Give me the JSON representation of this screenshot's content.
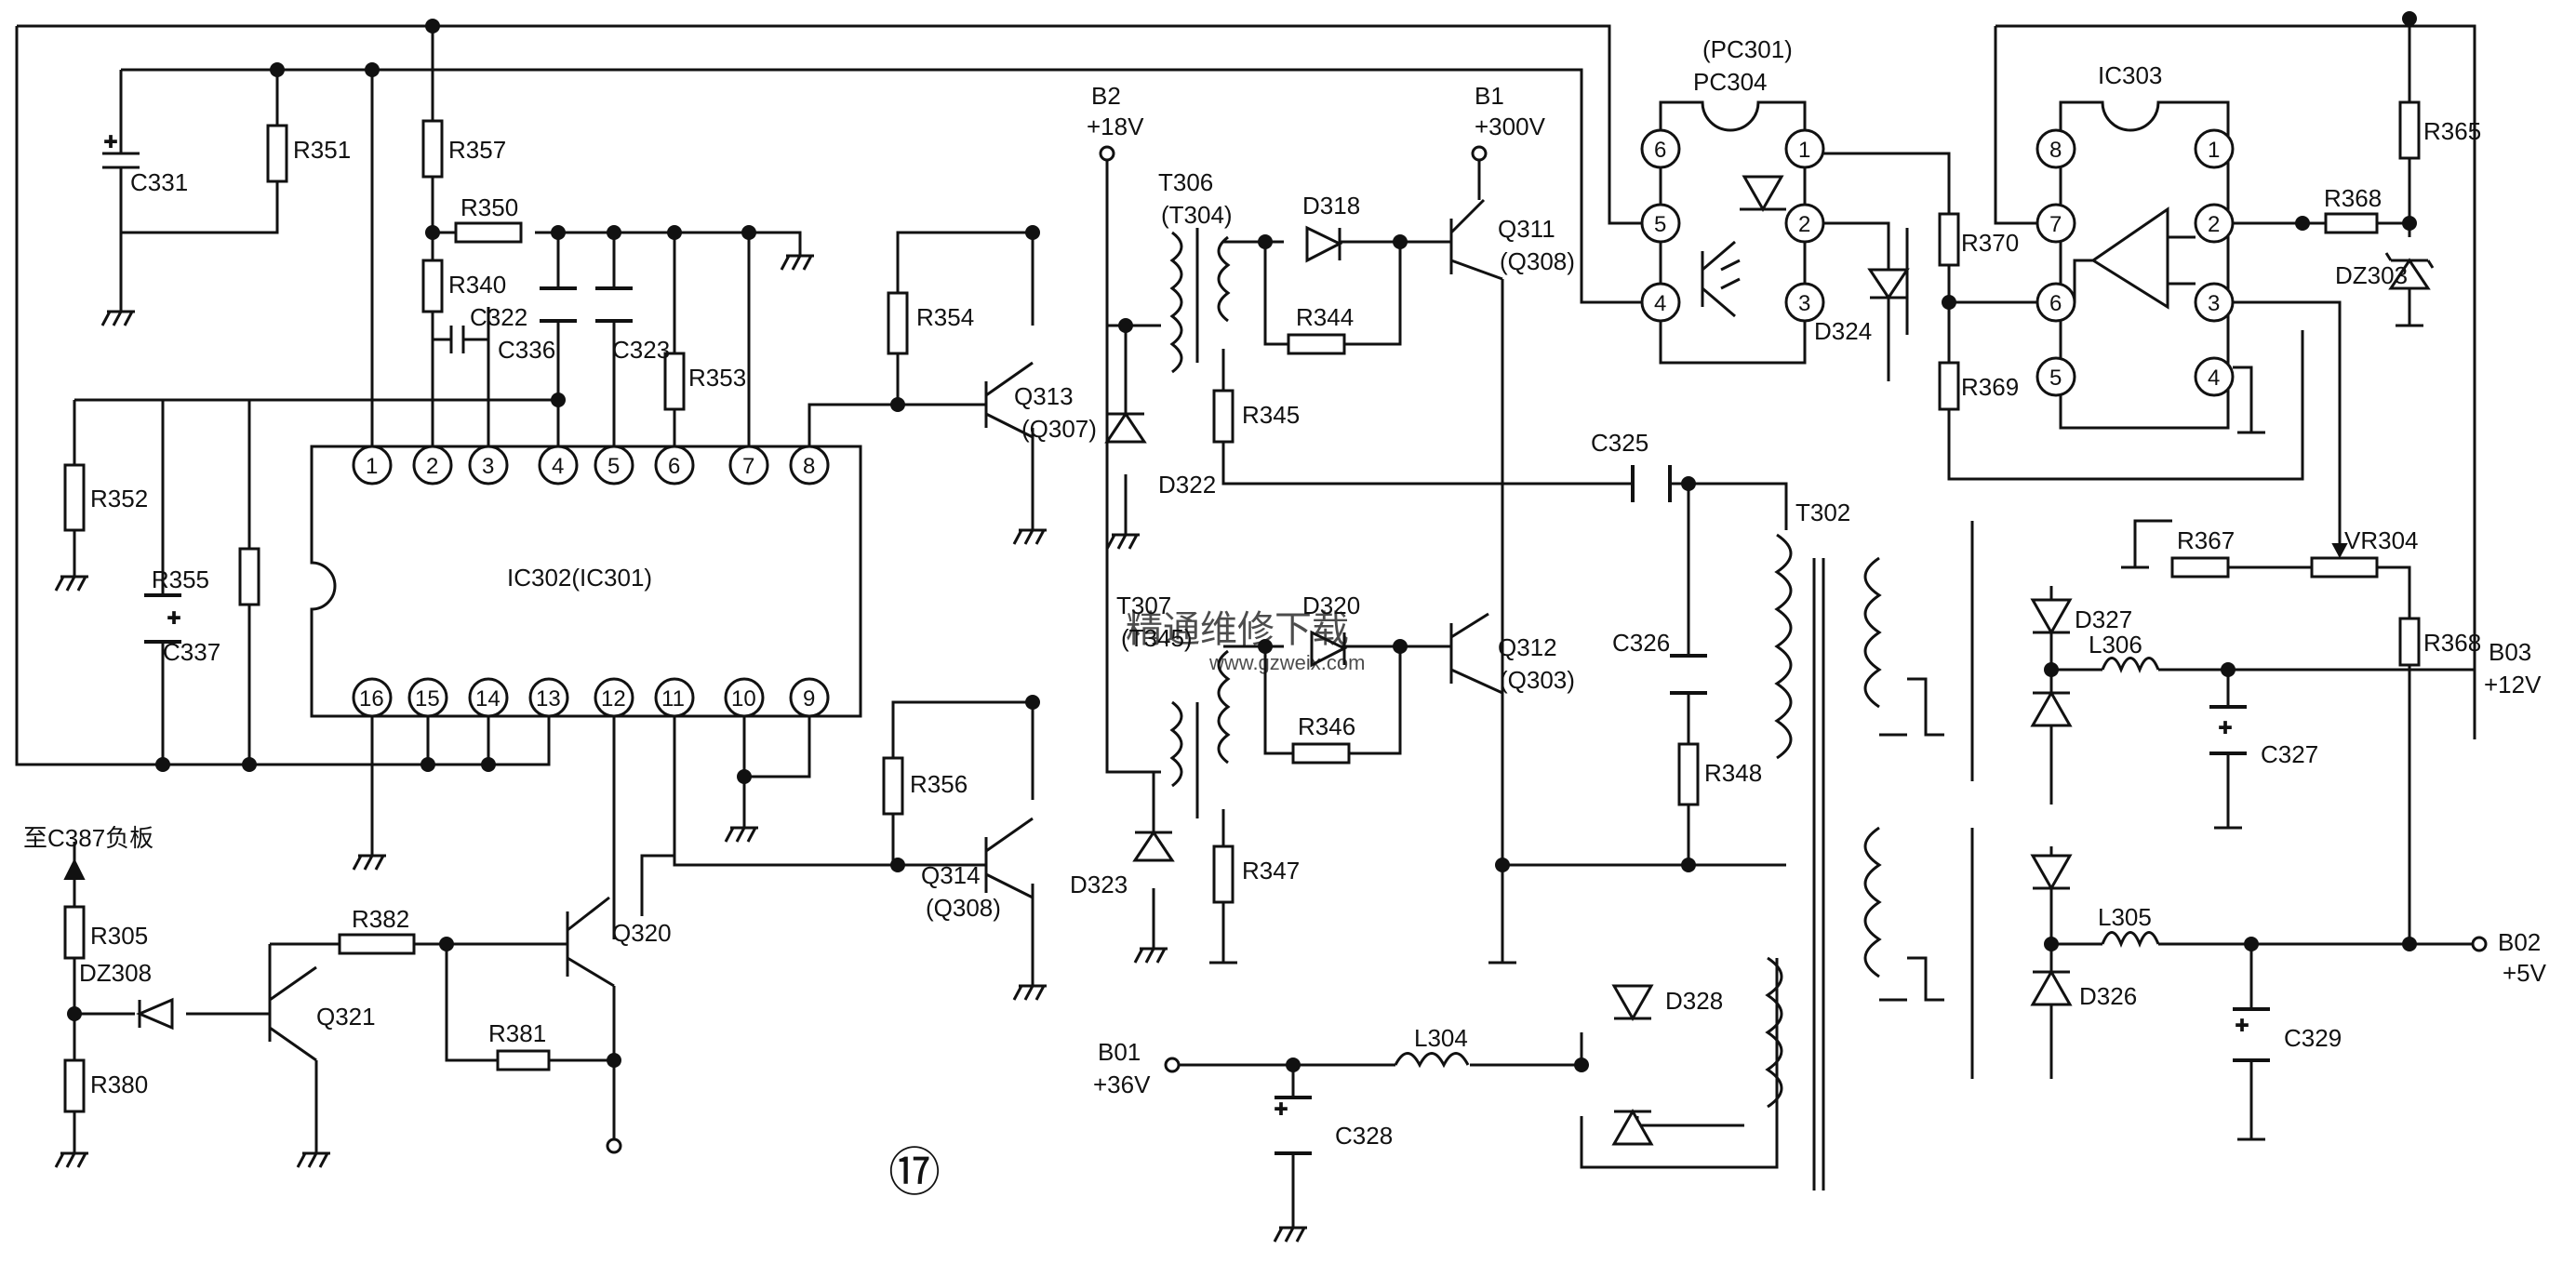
{
  "ics": {
    "ic302": {
      "label": "IC302(IC301)",
      "pins_top": [
        "1",
        "2",
        "3",
        "4",
        "5",
        "6",
        "7",
        "8"
      ],
      "pins_bottom": [
        "16",
        "15",
        "14",
        "13",
        "12",
        "11",
        "10",
        "9"
      ]
    },
    "ic303": {
      "label": "IC303",
      "pins_left": [
        "8",
        "7",
        "6",
        "5"
      ],
      "pins_right": [
        "1",
        "2",
        "3",
        "4"
      ]
    },
    "pc304": {
      "label": "PC304",
      "alt": "(PC301)",
      "pins_left": [
        "6",
        "5",
        "4"
      ],
      "pins_right": [
        "1",
        "2",
        "3"
      ]
    }
  },
  "resistors": [
    "R351",
    "R357",
    "R350",
    "R340",
    "R353",
    "R352",
    "R355",
    "R354",
    "R345",
    "R344",
    "R356",
    "R347",
    "R346",
    "R348",
    "R370",
    "R369",
    "R368",
    "R365",
    "R367",
    "R368",
    "R305",
    "R380",
    "R382",
    "R381"
  ],
  "capacitors": [
    "C331",
    "C322",
    "C336",
    "C323",
    "C337",
    "C325",
    "C326",
    "C327",
    "C328",
    "C329"
  ],
  "diodes": [
    "D318",
    "D322",
    "D320",
    "D323",
    "D324",
    "DZ303",
    "D327",
    "D326",
    "D328",
    "DZ308"
  ],
  "transistors": [
    {
      "id": "Q313",
      "alt": "(Q307)"
    },
    {
      "id": "Q314",
      "alt": "(Q308)"
    },
    {
      "id": "Q311",
      "alt": "(Q308)"
    },
    {
      "id": "Q312",
      "alt": "(Q303)"
    },
    {
      "id": "Q320",
      "alt": ""
    },
    {
      "id": "Q321",
      "alt": ""
    }
  ],
  "transformers": [
    {
      "id": "T306",
      "alt": "(T304)"
    },
    {
      "id": "T307",
      "alt": "(T345)"
    },
    {
      "id": "T302",
      "alt": ""
    }
  ],
  "inductors": [
    "L306",
    "L305",
    "L304"
  ],
  "pots": [
    "VR304"
  ],
  "nets": {
    "b2": {
      "name": "B2",
      "voltage": "+18V"
    },
    "b1": {
      "name": "B1",
      "voltage": "+300V"
    },
    "b03": {
      "name": "B03",
      "voltage": "+12V"
    },
    "b02": {
      "name": "B02",
      "voltage": "+5V"
    },
    "b01": {
      "name": "B01",
      "voltage": "+36V"
    }
  },
  "note_to_board": "至C387负板",
  "figure_number": "⑰",
  "watermark": {
    "cn": "精通维修下载",
    "url": "www.gzweix.com"
  }
}
